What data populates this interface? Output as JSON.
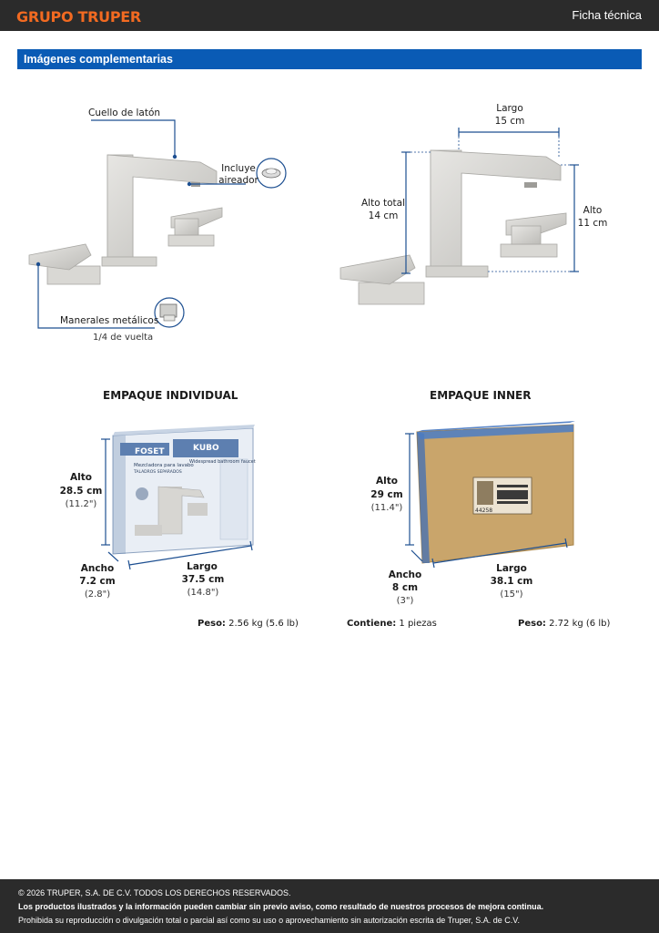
{
  "header": {
    "brand": "GRUPO TRUPER",
    "doc_type": "Ficha técnica"
  },
  "section": {
    "title": "Imágenes complementarias"
  },
  "features": {
    "neck": "Cuello de latón",
    "aerator_line1": "Incluye",
    "aerator_line2": "aireador",
    "handles": "Manerales metálicos",
    "handles_sub": "1/4 de vuelta"
  },
  "dimensions": {
    "length_label": "Largo",
    "length_value": "15 cm",
    "total_height_label": "Alto total",
    "total_height_value": "14 cm",
    "height_label": "Alto",
    "height_value": "11 cm"
  },
  "individual_package": {
    "title": "EMPAQUE INDIVIDUAL",
    "height_label": "Alto",
    "height_cm": "28.5 cm",
    "height_in": "(11.2\")",
    "width_label": "Ancho",
    "width_cm": "7.2 cm",
    "width_in": "(2.8\")",
    "length_label": "Largo",
    "length_cm": "37.5 cm",
    "length_in": "(14.8\")",
    "weight_label": "Peso:",
    "weight_value": "2.56 kg (5.6 lb)",
    "box_brand": "FOSET",
    "box_line": "KUBO",
    "box_product": "Mezcladora para lavabo",
    "box_product_en": "Widespread bathroom faucet",
    "box_sub": "TALADROS SEPARADOS"
  },
  "inner_package": {
    "title": "EMPAQUE INNER",
    "height_label": "Alto",
    "height_cm": "29 cm",
    "height_in": "(11.4\")",
    "width_label": "Ancho",
    "width_cm": "8 cm",
    "width_in": "(3\")",
    "length_label": "Largo",
    "length_cm": "38.1 cm",
    "length_in": "(15\")",
    "contains_label": "Contiene:",
    "contains_value": "1 piezas",
    "weight_label": "Peso:",
    "weight_value": "2.72 kg (6 lb)",
    "box_code": "44258"
  },
  "footer": {
    "copyright": "© 2026 TRUPER, S.A. DE C.V. TODOS LOS DERECHOS RESERVADOS.",
    "notice": "Los productos ilustrados y la información pueden cambiar sin previo aviso, como resultado de nuestros procesos de mejora continua.",
    "prohibition": "Prohibida su reproducción o divulgación total o parcial así como su uso o aprovechamiento sin autorización escrita de Truper, S.A. de C.V."
  },
  "colors": {
    "brand_orange": "#f26a21",
    "section_blue": "#0a5bb5",
    "callout_blue": "#1d4f91",
    "dark_bar": "#2b2b2b"
  }
}
